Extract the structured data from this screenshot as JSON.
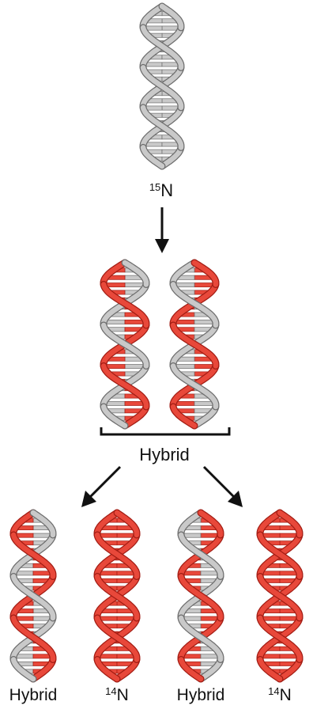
{
  "colors": {
    "heavy_strand": "#c9c9c9",
    "heavy_strand_edge": "#6e6e6e",
    "new_strand": "#e8483a",
    "new_strand_edge": "#a31d14",
    "arrow": "#111111",
    "text": "#111111"
  },
  "labels": {
    "parent_isotope_mass": "15",
    "parent_isotope_element": "N",
    "first_generation": "Hybrid",
    "second_gen_hybrid_left": "Hybrid",
    "second_gen_light_mass": "14",
    "second_gen_light_element": "N",
    "second_gen_hybrid_right": "Hybrid",
    "second_gen_light_right_mass": "14",
    "second_gen_light_right_element": "N"
  }
}
